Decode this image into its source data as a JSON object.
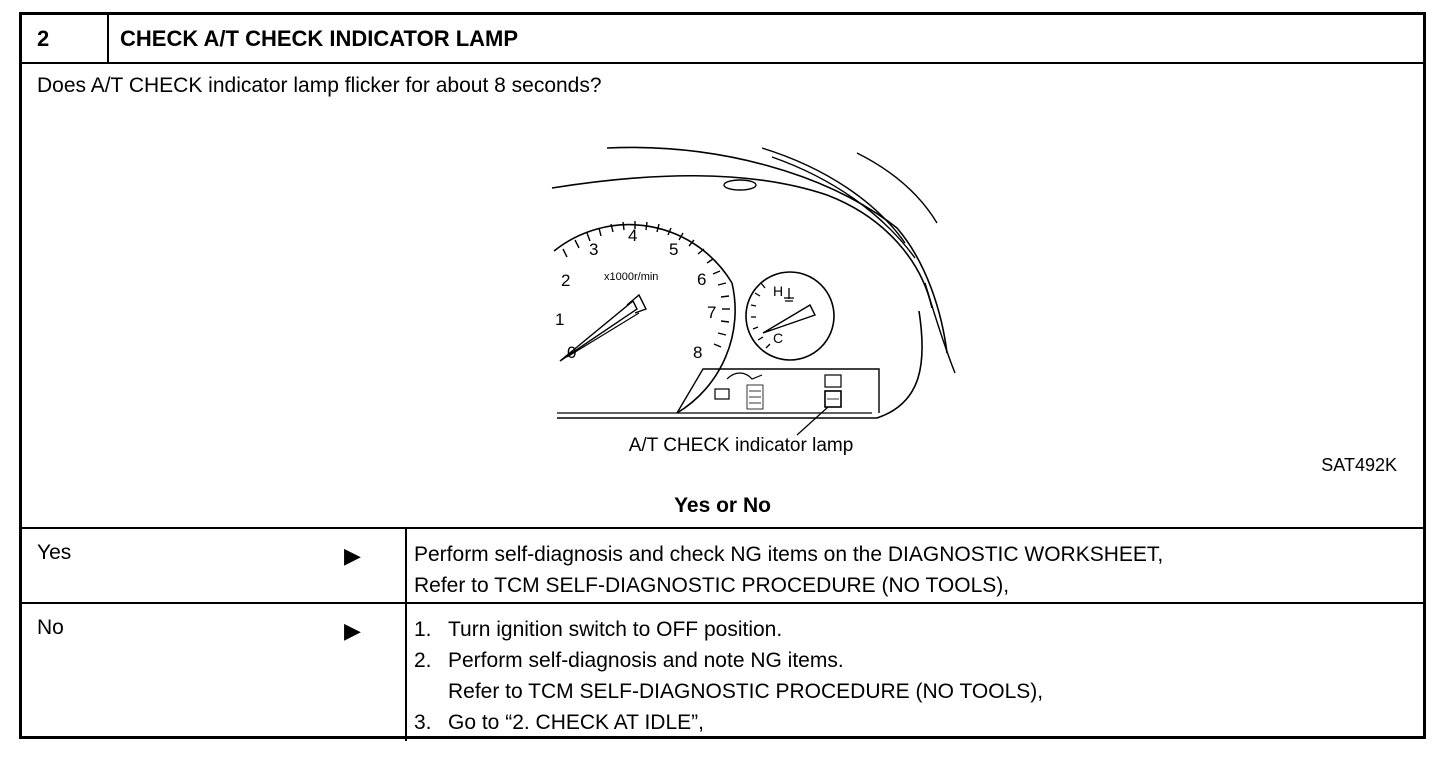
{
  "header": {
    "number": "2",
    "title": "CHECK A/T CHECK INDICATOR LAMP"
  },
  "question": "Does A/T CHECK indicator lamp flicker for about 8 seconds?",
  "figure": {
    "tach_numbers": [
      "0",
      "1",
      "2",
      "3",
      "4",
      "5",
      "6",
      "7",
      "8"
    ],
    "tach_unit": "x1000r/min",
    "temp_h": "H",
    "temp_c": "C",
    "callout": "A/T CHECK indicator lamp",
    "code": "SAT492K"
  },
  "yes_or_no": "Yes or No",
  "rows": [
    {
      "label": "Yes",
      "arrow": "▶",
      "lines": [
        "Perform self-diagnosis and check NG items on the DIAGNOSTIC WORKSHEET,",
        "Refer to TCM SELF-DIAGNOSTIC PROCEDURE (NO TOOLS),"
      ]
    },
    {
      "label": "No",
      "arrow": "▶",
      "steps": [
        {
          "n": "1.",
          "text": "Turn ignition switch to OFF position."
        },
        {
          "n": "2.",
          "text": "Perform self-diagnosis and note NG items."
        },
        {
          "n": "",
          "text": "Refer to TCM SELF-DIAGNOSTIC PROCEDURE (NO TOOLS),"
        },
        {
          "n": "3.",
          "text": "Go to “2. CHECK AT IDLE”,"
        }
      ]
    }
  ]
}
